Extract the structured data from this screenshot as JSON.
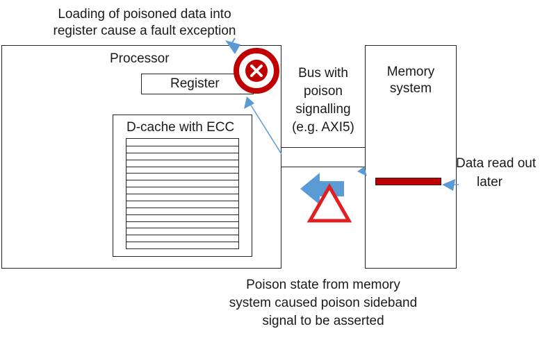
{
  "annotations": {
    "fault_note": [
      "Loading of poisoned data into",
      "register cause a fault exception"
    ],
    "data_read_note": [
      "Data read out",
      "later"
    ],
    "poison_state_note": [
      "Poison state from memory",
      "system caused poison sideband",
      "signal to be asserted"
    ]
  },
  "processor": {
    "title": "Processor",
    "register_label": "Register",
    "dcache_label": "D-cache with ECC",
    "dcache_line_count": 16
  },
  "bus": {
    "label": [
      "Bus with",
      "poison",
      "signalling",
      "(e.g. AXI5)"
    ]
  },
  "memory": {
    "label": [
      "Memory",
      "system"
    ]
  },
  "colors": {
    "arrow_blue": "#5b9bd5",
    "error_red": "#c00000",
    "warning_red": "#e02020",
    "data_block": "#c00000"
  },
  "icons": {
    "fault": "x-circle-icon",
    "warning": "warning-triangle-icon"
  }
}
